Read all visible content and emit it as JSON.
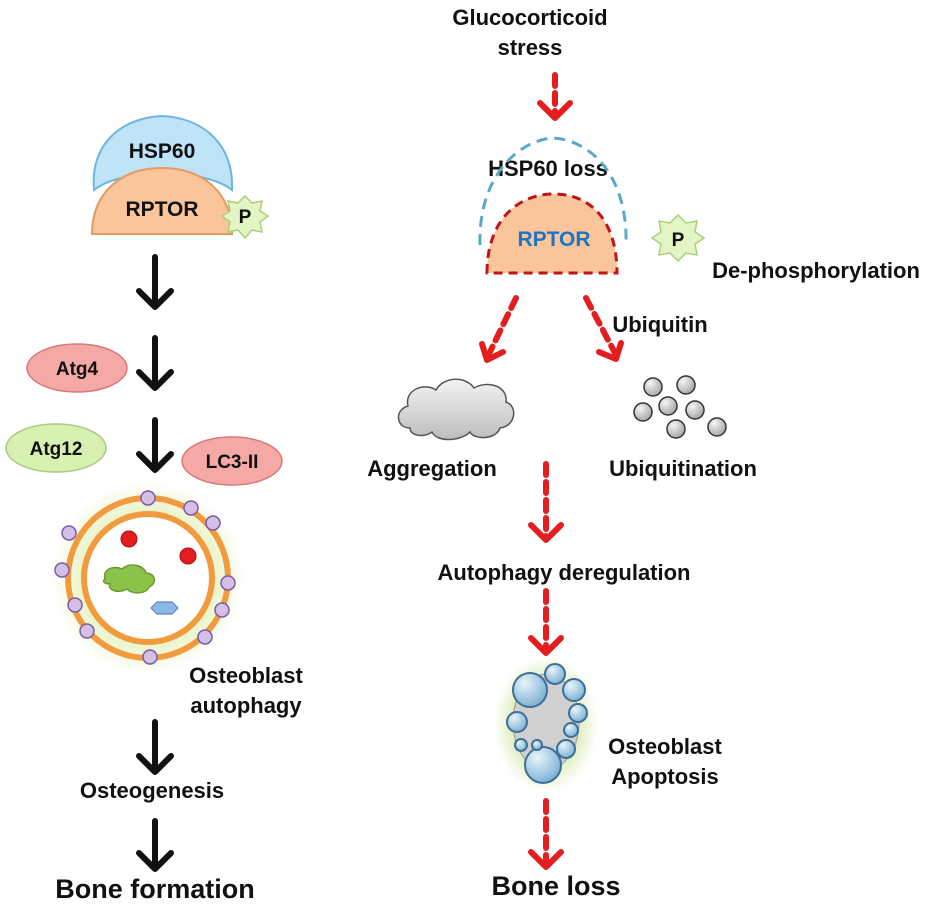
{
  "left_pathway": {
    "hsp60": "HSP60",
    "rptor": "RPTOR",
    "phospho": "P",
    "atg4": "Atg4",
    "atg12": "Atg12",
    "lc3": "LC3-II",
    "autophagy_line1": "Osteoblast",
    "autophagy_line2": "autophagy",
    "osteogenesis": "Osteogenesis",
    "outcome": "Bone formation"
  },
  "right_pathway": {
    "stress_line1": "Glucocorticoid",
    "stress_line2": "stress",
    "hsp60_loss": "HSP60 loss",
    "rptor": "RPTOR",
    "phospho": "P",
    "dephospho": "De-phosphorylation",
    "ubiquitin": "Ubiquitin",
    "aggregation": "Aggregation",
    "ubiquitination": "Ubiquitination",
    "autophagy_dereg": "Autophagy deregulation",
    "apoptosis_line1": "Osteoblast",
    "apoptosis_line2": "Apoptosis",
    "outcome": "Bone loss"
  },
  "colors": {
    "hsp60_fill": "#bfe3f7",
    "hsp60_stroke": "#6cb6df",
    "rptor_fill": "#fbc59b",
    "rptor_stroke": "#e69a5e",
    "phospho_fill": "#e3f5c4",
    "pill_red": "#f4a9a6",
    "pill_green": "#d9f0b3",
    "arrow_black": "#111111",
    "arrow_red": "#e41e1e",
    "dashed_rptor": "#c0141b",
    "dashed_hsp60": "#5aa9c9",
    "membrane": "#f29b3e",
    "label_blue": "#1f74c2"
  }
}
